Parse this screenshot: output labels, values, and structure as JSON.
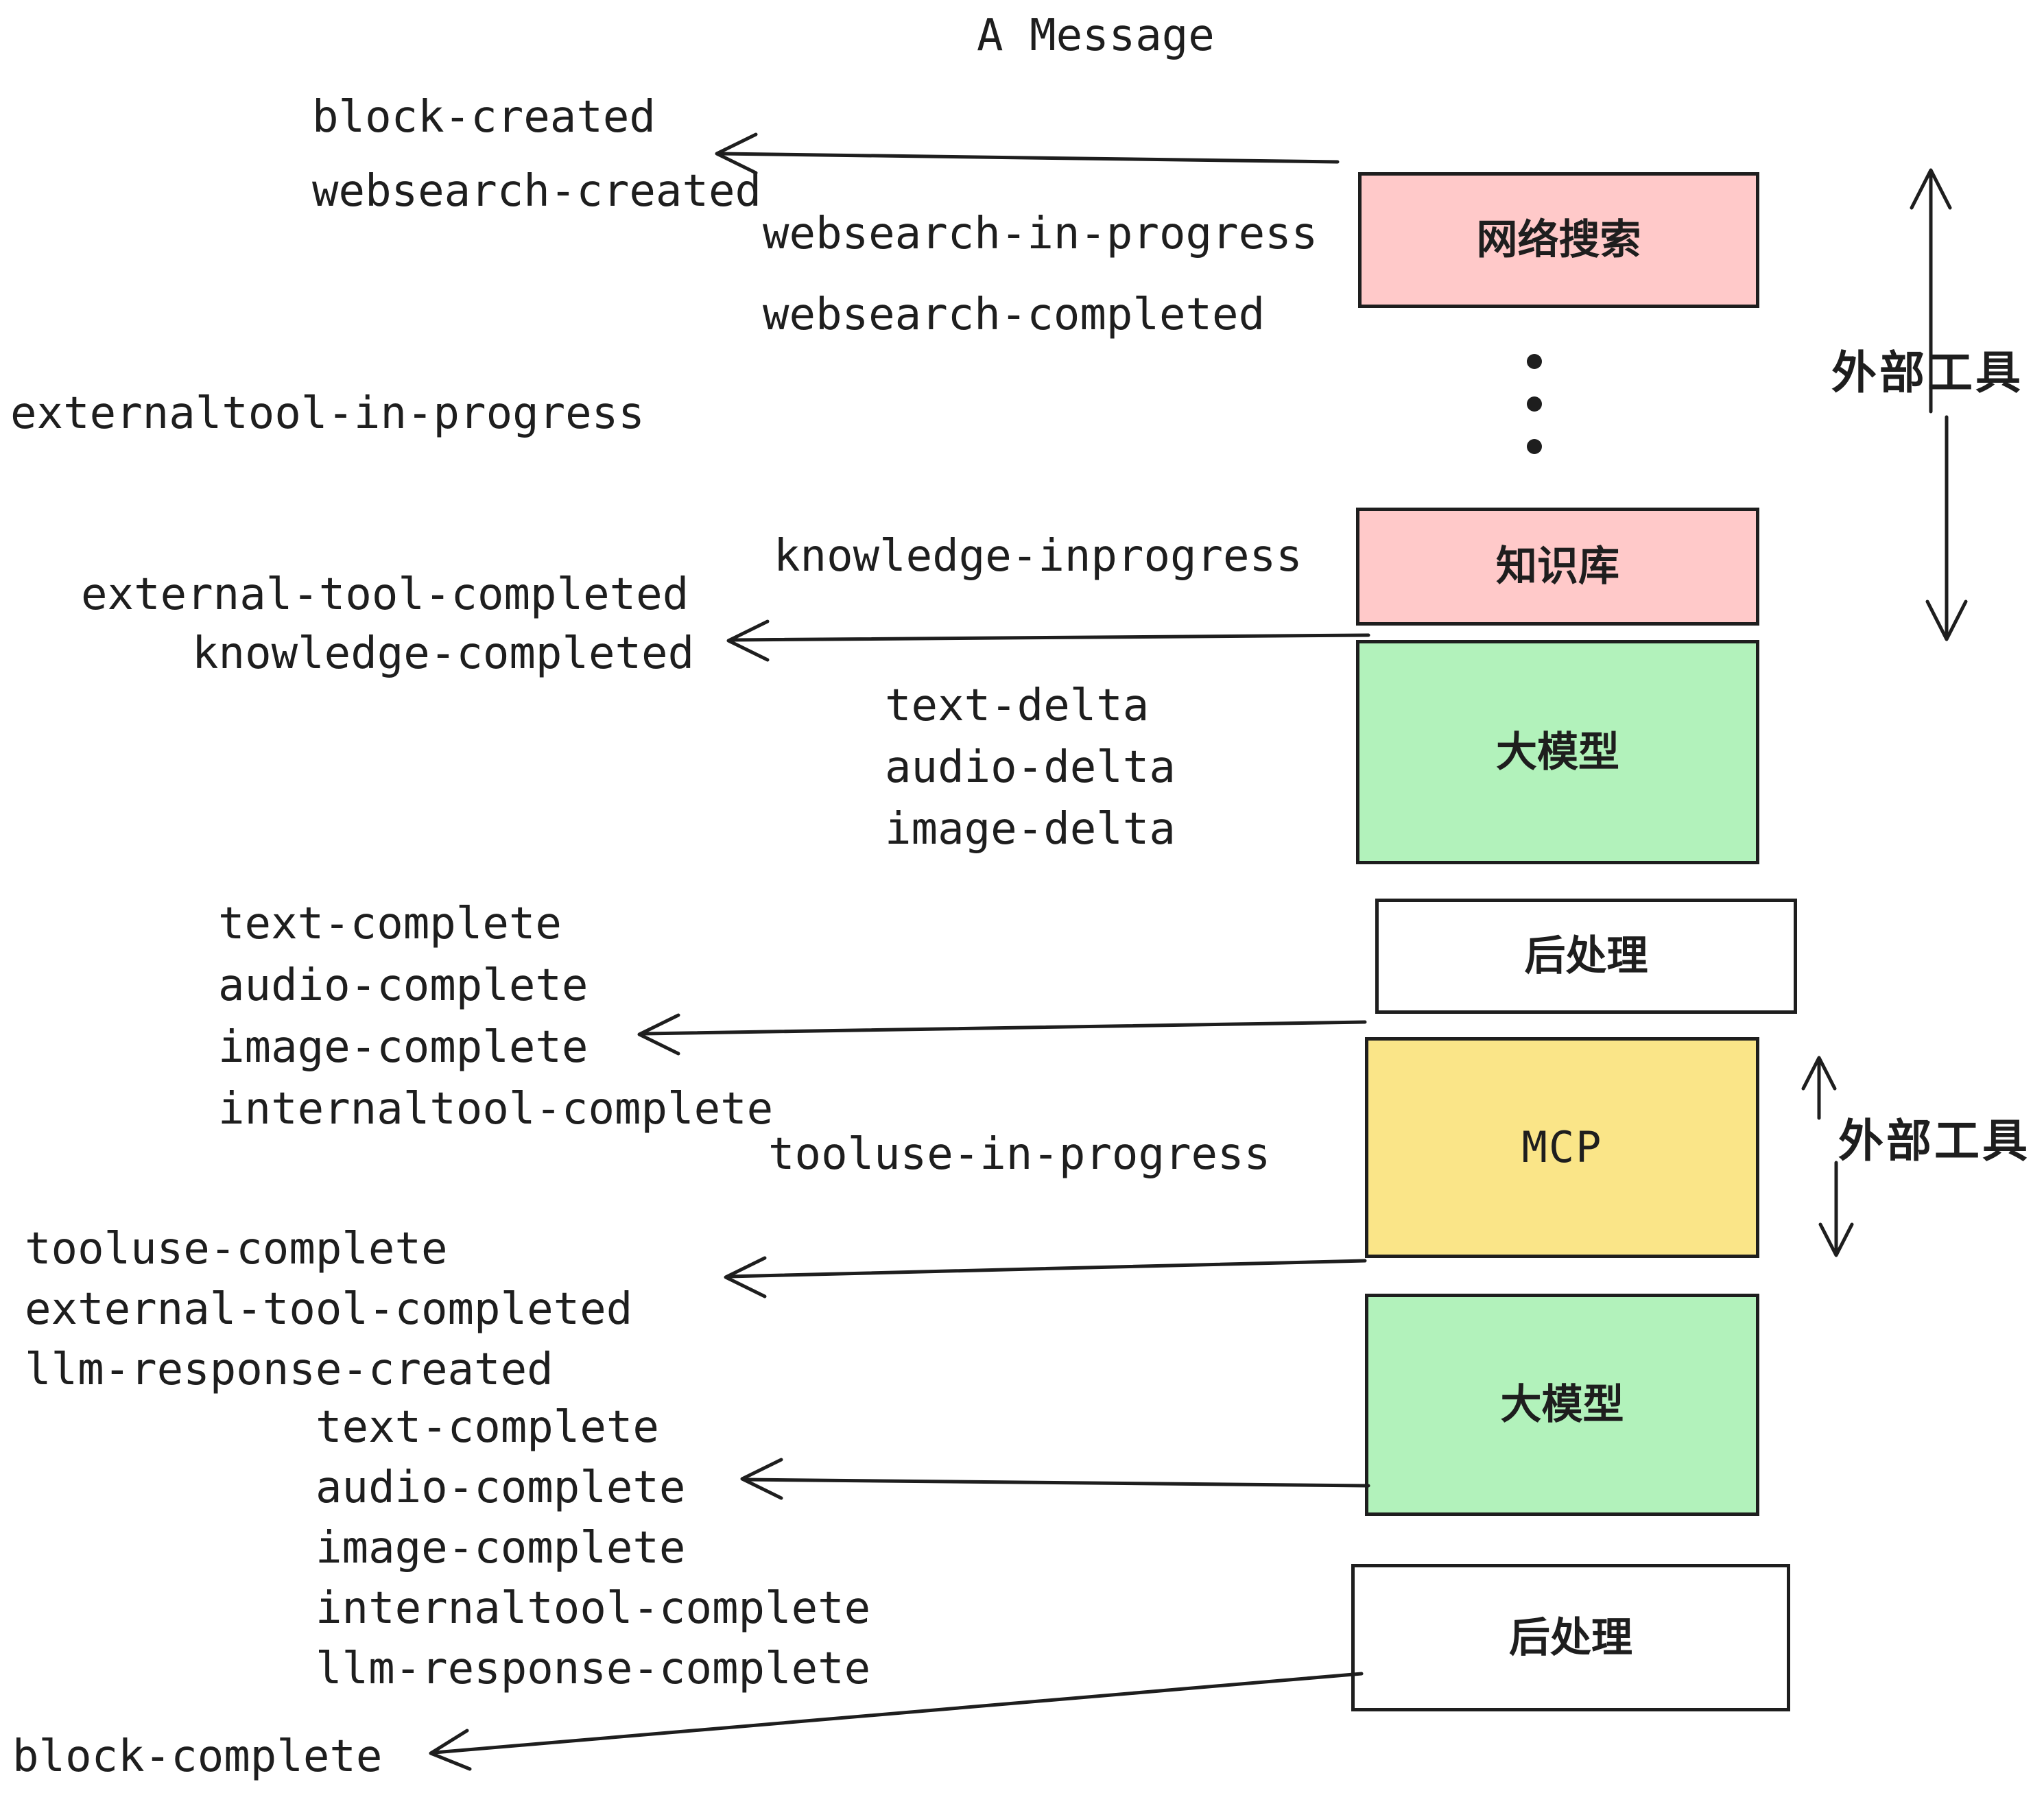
{
  "title": {
    "text": "A Message"
  },
  "colors": {
    "ink": "#1E1E1E",
    "pink": "#FFC9C9",
    "green": "#B2F2BB",
    "yellow": "#FAE588",
    "white": "#FFFFFF"
  },
  "boxes": [
    {
      "id": "websearch",
      "label": "网络搜索",
      "color": "pink"
    },
    {
      "id": "knowledge",
      "label": "知识库",
      "color": "pink"
    },
    {
      "id": "llm-1",
      "label": "大模型",
      "color": "green"
    },
    {
      "id": "postprocess-1",
      "label": "后处理",
      "color": "white"
    },
    {
      "id": "mcp",
      "label": "MCP",
      "color": "yellow"
    },
    {
      "id": "llm-2",
      "label": "大模型",
      "color": "green"
    },
    {
      "id": "postprocess-2",
      "label": "后处理",
      "color": "white"
    }
  ],
  "events": [
    {
      "text": "block-created"
    },
    {
      "text": "websearch-created"
    },
    {
      "text": "websearch-in-progress"
    },
    {
      "text": "websearch-completed"
    },
    {
      "text": "externaltool-in-progress"
    },
    {
      "text": "knowledge-inprogress"
    },
    {
      "text": "external-tool-completed"
    },
    {
      "text": "knowledge-completed"
    },
    {
      "text": "text-delta"
    },
    {
      "text": "audio-delta"
    },
    {
      "text": "image-delta"
    },
    {
      "text": "text-complete"
    },
    {
      "text": "audio-complete"
    },
    {
      "text": "image-complete"
    },
    {
      "text": "internaltool-complete"
    },
    {
      "text": "tooluse-in-progress"
    },
    {
      "text": "tooluse-complete"
    },
    {
      "text": "external-tool-completed"
    },
    {
      "text": "llm-response-created"
    },
    {
      "text": "text-complete"
    },
    {
      "text": "audio-complete"
    },
    {
      "text": "image-complete"
    },
    {
      "text": "internaltool-complete"
    },
    {
      "text": "llm-response-complete"
    },
    {
      "text": "block-complete"
    }
  ],
  "side_labels": [
    {
      "text": "外部工具"
    },
    {
      "text": "外部工具"
    }
  ]
}
